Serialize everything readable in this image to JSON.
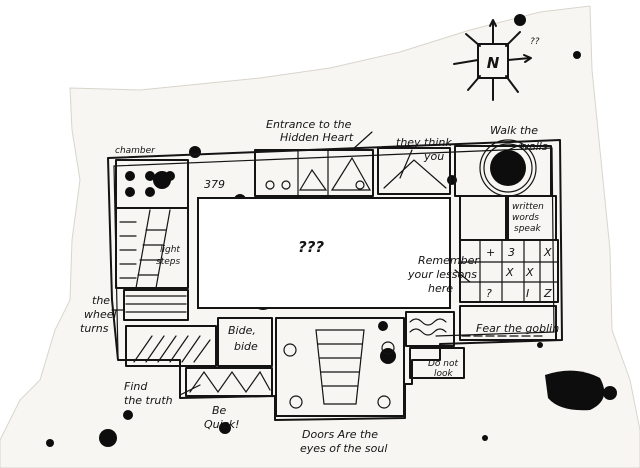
{
  "labels": {
    "compass": "N",
    "compass_q": "??",
    "chamber": "chamber",
    "number_379": "379",
    "entrance": "Entrance to the",
    "entrance2": "Hidden Heart",
    "they_think": "they think",
    "they_think2": "you",
    "walk_the": "Walk the",
    "walls": "walls",
    "written": "written",
    "words": "words",
    "speak": "speak",
    "light": "light",
    "steps": "steps",
    "center_q": "???",
    "remember": "Remember",
    "your_lessons": "your lessons",
    "here": "here",
    "the_wheel": "the",
    "wheel": "wheel",
    "turns": "turns",
    "bide": "Bide,",
    "bide2": "bide",
    "fear_the": "Fear the goblin",
    "do_not": "Do not",
    "look": "look",
    "find": "Find",
    "the_truth": "the truth",
    "be_quick": "Be",
    "quick": "Quick!",
    "doors_are": "Doors Are the",
    "eyes": "eyes of the soul"
  },
  "grid_symbols": [
    "+",
    "3",
    "X",
    "X",
    "?",
    "I",
    "Z",
    "X"
  ],
  "colors": {
    "ink": "#141414",
    "paper": "#f7f6f2",
    "background": "#ffffff"
  }
}
